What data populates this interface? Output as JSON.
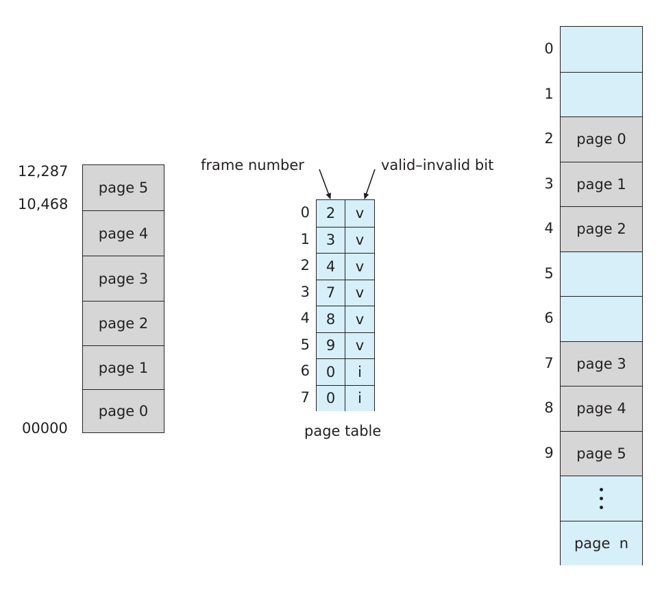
{
  "logical_memory": {
    "pages": [
      "page 5",
      "page 4",
      "page 3",
      "page 2",
      "page 1",
      "page 0"
    ],
    "addresses": {
      "top": "12,287",
      "page5_start": "10,468",
      "bottom": "00000"
    }
  },
  "page_table": {
    "caption": "page table",
    "frame_label": "frame number",
    "bit_label": "valid–invalid bit",
    "rows": [
      {
        "index": "0",
        "frame": "2",
        "bit": "v"
      },
      {
        "index": "1",
        "frame": "3",
        "bit": "v"
      },
      {
        "index": "2",
        "frame": "4",
        "bit": "v"
      },
      {
        "index": "3",
        "frame": "7",
        "bit": "v"
      },
      {
        "index": "4",
        "frame": "8",
        "bit": "v"
      },
      {
        "index": "5",
        "frame": "9",
        "bit": "v"
      },
      {
        "index": "6",
        "frame": "0",
        "bit": "i"
      },
      {
        "index": "7",
        "frame": "0",
        "bit": "i"
      }
    ]
  },
  "physical_memory": {
    "frames": [
      {
        "index": "0",
        "content": "",
        "state": "free"
      },
      {
        "index": "1",
        "content": "",
        "state": "free"
      },
      {
        "index": "2",
        "content": "page 0",
        "state": "used"
      },
      {
        "index": "3",
        "content": "page 1",
        "state": "used"
      },
      {
        "index": "4",
        "content": "page 2",
        "state": "used"
      },
      {
        "index": "5",
        "content": "",
        "state": "free"
      },
      {
        "index": "6",
        "content": "",
        "state": "free"
      },
      {
        "index": "7",
        "content": "page 3",
        "state": "used"
      },
      {
        "index": "8",
        "content": "page 4",
        "state": "used"
      },
      {
        "index": "9",
        "content": "page 5",
        "state": "used"
      },
      {
        "index": "",
        "content": "",
        "state": "free",
        "ellipsis": true
      },
      {
        "index": "",
        "content": "page  n",
        "state": "free"
      }
    ]
  },
  "colors": {
    "used": "#d6d6d6",
    "free": "#d6eff9",
    "ink": "#231f20"
  }
}
